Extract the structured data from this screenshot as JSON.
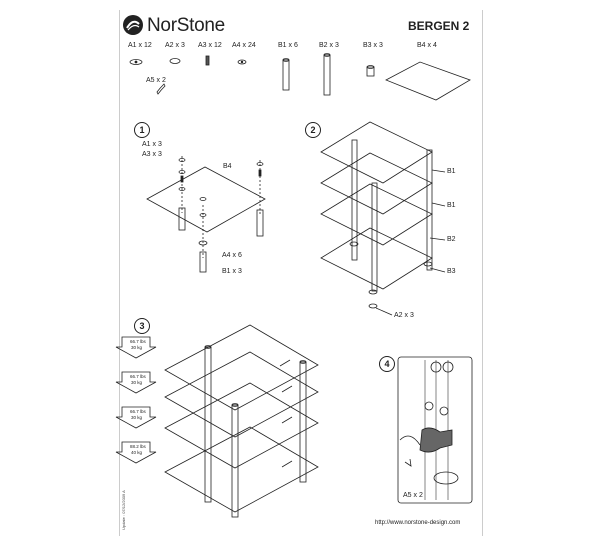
{
  "header": {
    "brand": "NorStone",
    "model": "BERGEN 2"
  },
  "parts": [
    {
      "code": "A1 x 12"
    },
    {
      "code": "A2 x 3"
    },
    {
      "code": "A3 x 12"
    },
    {
      "code": "A4 x 24"
    },
    {
      "code": "B1 x 6"
    },
    {
      "code": "B2 x 3"
    },
    {
      "code": "B3 x 3"
    },
    {
      "code": "B4 x 4"
    },
    {
      "code": "A5 x 2"
    }
  ],
  "step1": {
    "number": "1",
    "a1": "A1 x 3",
    "a3": "A3 x 3",
    "b4": "B4",
    "a4": "A4 x 6",
    "b1": "B1 x 3"
  },
  "step2": {
    "number": "2",
    "b1_top": "B1",
    "b1_mid": "B1",
    "b2": "B2",
    "b3": "B3",
    "a2": "A2 x 3"
  },
  "step3": {
    "number": "3",
    "weights": [
      {
        "lbs": "66.7 lbs",
        "kg": "30 kg"
      },
      {
        "lbs": "66.7 lbs",
        "kg": "30 kg"
      },
      {
        "lbs": "66.7 lbs",
        "kg": "30 kg"
      },
      {
        "lbs": "88.2 lbs",
        "kg": "40 kg"
      }
    ]
  },
  "step4": {
    "number": "4",
    "a5": "A5 x 2"
  },
  "footer": {
    "url": "http://www.norstone-design.com",
    "update": "Update : 07/12/2009 A"
  },
  "colors": {
    "line": "#222222",
    "accent": "#dddddd"
  }
}
